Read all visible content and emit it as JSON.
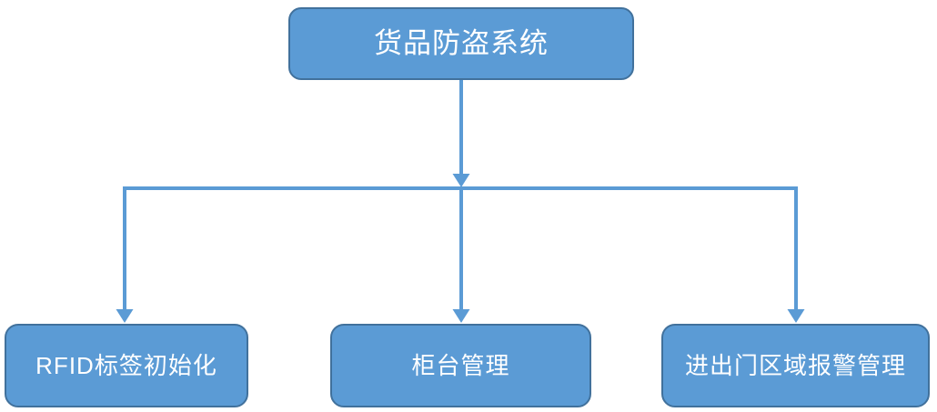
{
  "theme": {
    "node_fill": "#5b9bd5",
    "node_border": "#41719c",
    "connector": "#5b9bd5",
    "node_text": "#ffffff",
    "canvas_bg": "#ffffff"
  },
  "diagram": {
    "type": "flowchart",
    "root": {
      "label": "货品防盗系统"
    },
    "children": [
      {
        "label": "RFID标签初始化"
      },
      {
        "label": "柜台管理"
      },
      {
        "label": "进出门区域报警管理"
      }
    ],
    "edges": [
      {
        "from": "货品防盗系统",
        "to": "RFID标签初始化"
      },
      {
        "from": "货品防盗系统",
        "to": "柜台管理"
      },
      {
        "from": "货品防盗系统",
        "to": "进出门区域报警管理"
      }
    ]
  }
}
